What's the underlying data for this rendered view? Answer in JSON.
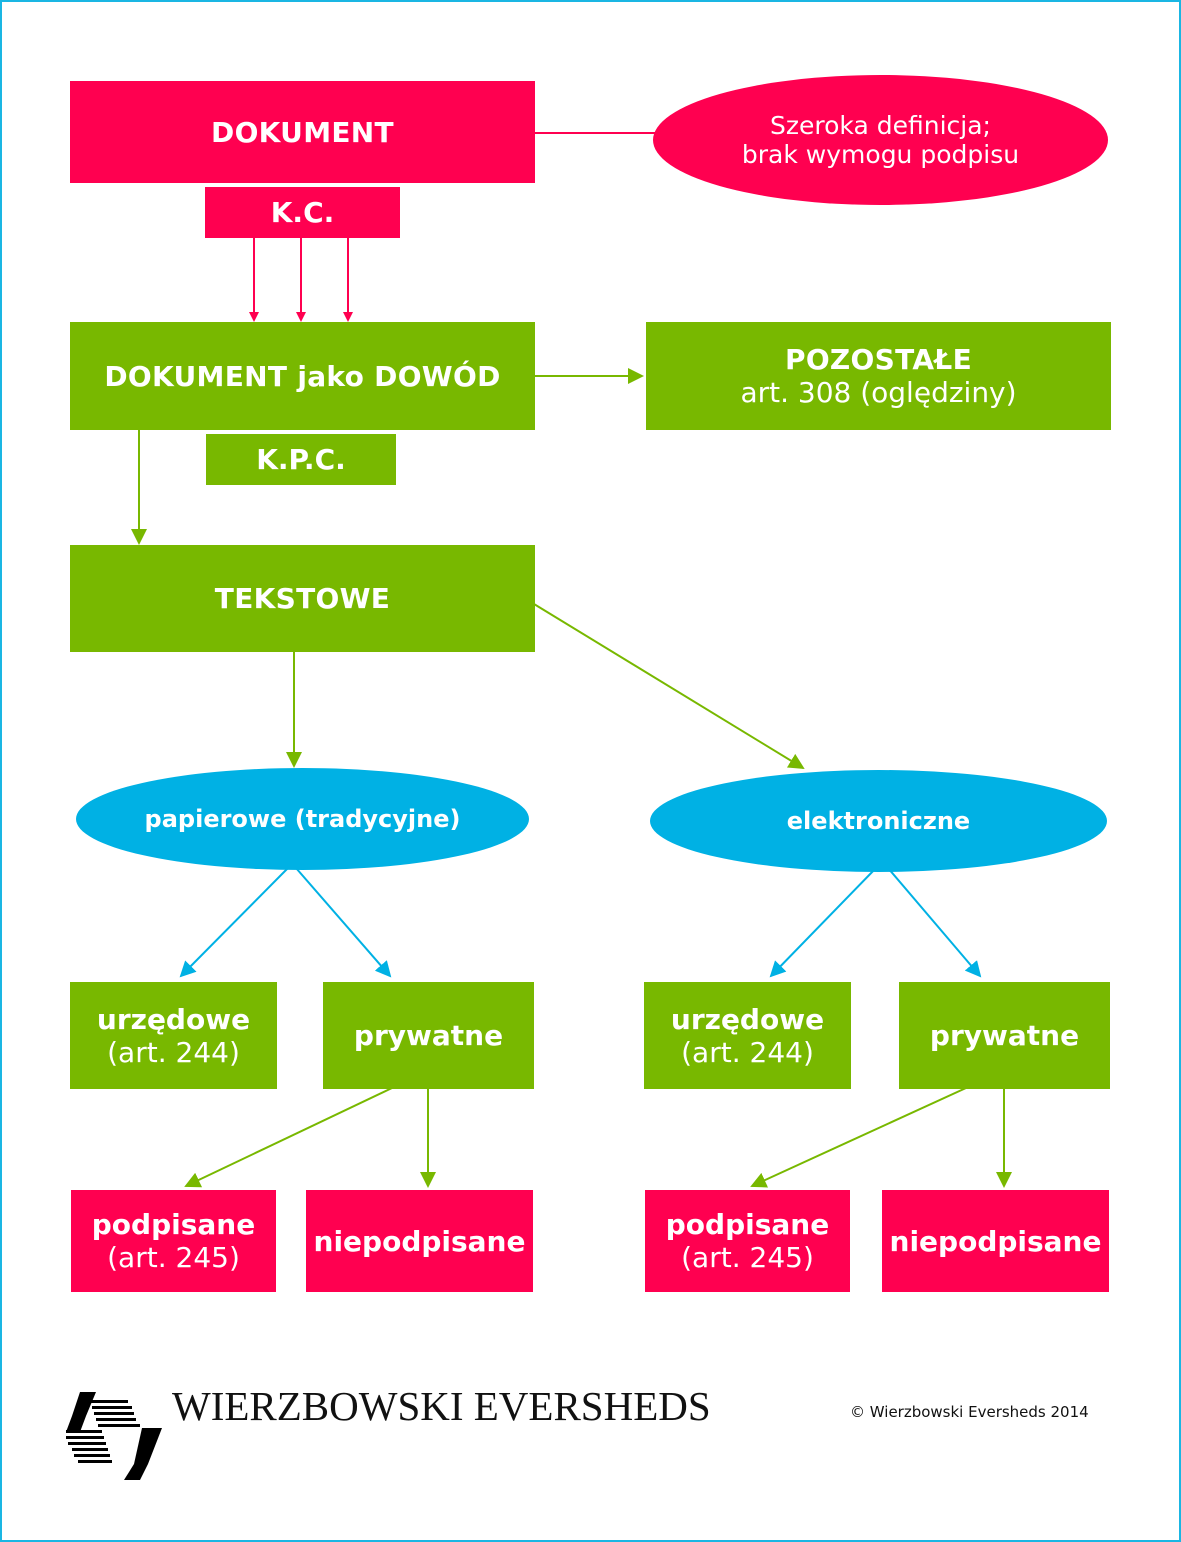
{
  "colors": {
    "pink": "#ff0050",
    "green": "#78b800",
    "blue": "#00b1e4",
    "border": "#1ab6e3"
  },
  "nodes": {
    "dokument": "DOKUMENT",
    "kc": "K.C.",
    "definition_line1": "Szeroka definicja;",
    "definition_line2": "brak wymogu podpisu",
    "dokument_dowod": "DOKUMENT jako DOWÓD",
    "kpc": "K.P.C.",
    "pozostale_title": "POZOSTAŁE",
    "pozostale_sub": "art. 308 (oględziny)",
    "tekstowe": "TEKSTOWE",
    "papierowe": "papierowe (tradycyjne)",
    "elektroniczne": "elektroniczne",
    "left": {
      "urzedowe": "urzędowe",
      "urzedowe_art": "(art. 244)",
      "prywatne": "prywatne",
      "podpisane": "podpisane",
      "podpisane_art": "(art. 245)",
      "niepodpisane": "niepodpisane"
    },
    "right": {
      "urzedowe": "urzędowe",
      "urzedowe_art": "(art. 244)",
      "prywatne": "prywatne",
      "podpisane": "podpisane",
      "podpisane_art": "(art. 245)",
      "niepodpisane": "niepodpisane"
    }
  },
  "footer": {
    "logo_text": "WIERZBOWSKI EVERSHEDS",
    "logo_icon": "eversheds-logo-icon",
    "copyright": "© Wierzbowski Eversheds 2014"
  }
}
